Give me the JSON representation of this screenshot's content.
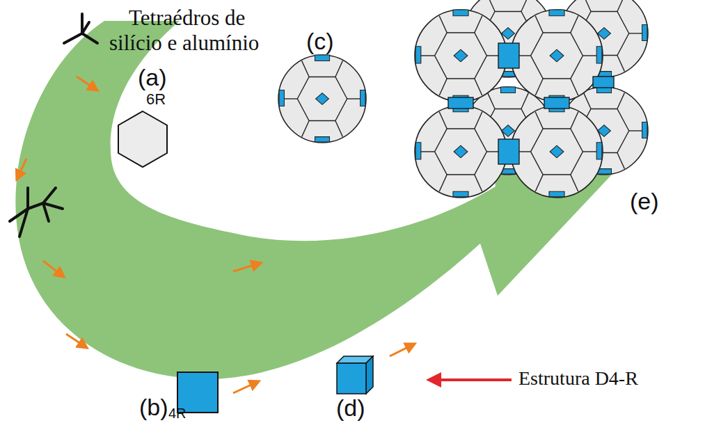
{
  "diagram": {
    "labels": [
      "Tetraédros de silício e alumínio",
      "(a)",
      "6R",
      "(c)",
      "(e)",
      "Estrutura D4-R",
      "(d)",
      "(b)",
      "4R"
    ]
  }
}
